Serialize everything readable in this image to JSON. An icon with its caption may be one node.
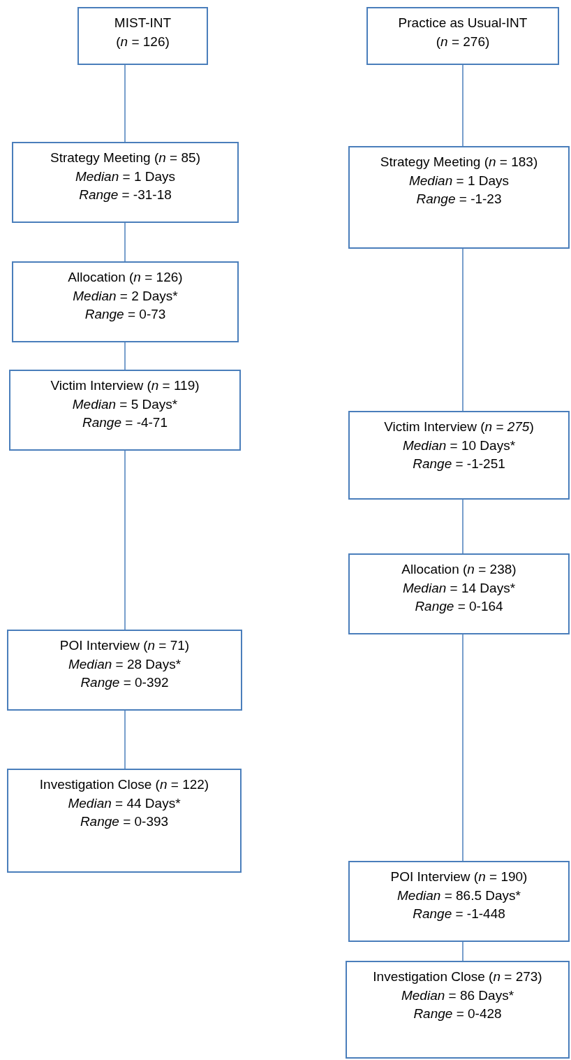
{
  "diagram": {
    "nodes": [
      {
        "text": [
          "MIST-INT",
          "(*n* = 126)"
        ]
      },
      {
        "text": [
          "Strategy Meeting (*n* = 85)",
          "*Median* = 1 Days",
          "*Range* = -31-18"
        ]
      },
      {
        "text": [
          "Allocation (*n* = 126)",
          "*Median* = 2 Days*",
          "*Range* = 0-73"
        ]
      },
      {
        "text": [
          "Victim Interview (*n* = 119)",
          "*Median* = 5 Days*",
          "*Range* = -4-71"
        ]
      },
      {
        "text": [
          "POI Interview (*n* = 71)",
          "*Median* = 28 Days*",
          "*Range* = 0-392"
        ]
      },
      {
        "text": [
          "Investigation Close (*n* = 122)",
          "*Median* = 44 Days*",
          "*Range* = 0-393"
        ]
      },
      {
        "text": [
          "Practice as Usual-INT",
          "(*n* = 276)"
        ]
      },
      {
        "text": [
          "Strategy Meeting (*n* = 183)",
          "*Median* = 1 Days",
          "*Range* = -1-23"
        ]
      },
      {
        "text": [
          "Victim Interview (*n = 275*)",
          "*Median* = 10 Days*",
          "*Range* = -1-251"
        ]
      },
      {
        "text": [
          "Allocation (*n* = 238)",
          "*Median* = 14 Days*",
          "*Range* = 0-164"
        ]
      },
      {
        "text": [
          "POI Interview (*n* = 190)",
          "*Median* = 86.5 Days*",
          "*Range* = -1-448"
        ]
      },
      {
        "text": [
          "Investigation Close (*n* = 273)",
          "*Median* = 86 Days*",
          "*Range* = 0-428"
        ]
      }
    ],
    "edges": [
      {
        "from": 0,
        "to": 1,
        "arrow": "none"
      },
      {
        "from": 1,
        "to": 2,
        "arrow": "none"
      },
      {
        "from": 2,
        "to": 3,
        "arrow": "none"
      },
      {
        "from": 3,
        "to": 4,
        "arrow": "none"
      },
      {
        "from": 4,
        "to": 5,
        "arrow": "none"
      },
      {
        "from": 6,
        "to": 7,
        "arrow": "none"
      },
      {
        "from": 7,
        "to": 8,
        "arrow": "none"
      },
      {
        "from": 8,
        "to": 9,
        "arrow": "none"
      },
      {
        "from": 9,
        "to": 10,
        "arrow": "none"
      },
      {
        "from": 10,
        "to": 11,
        "arrow": "none"
      }
    ]
  }
}
